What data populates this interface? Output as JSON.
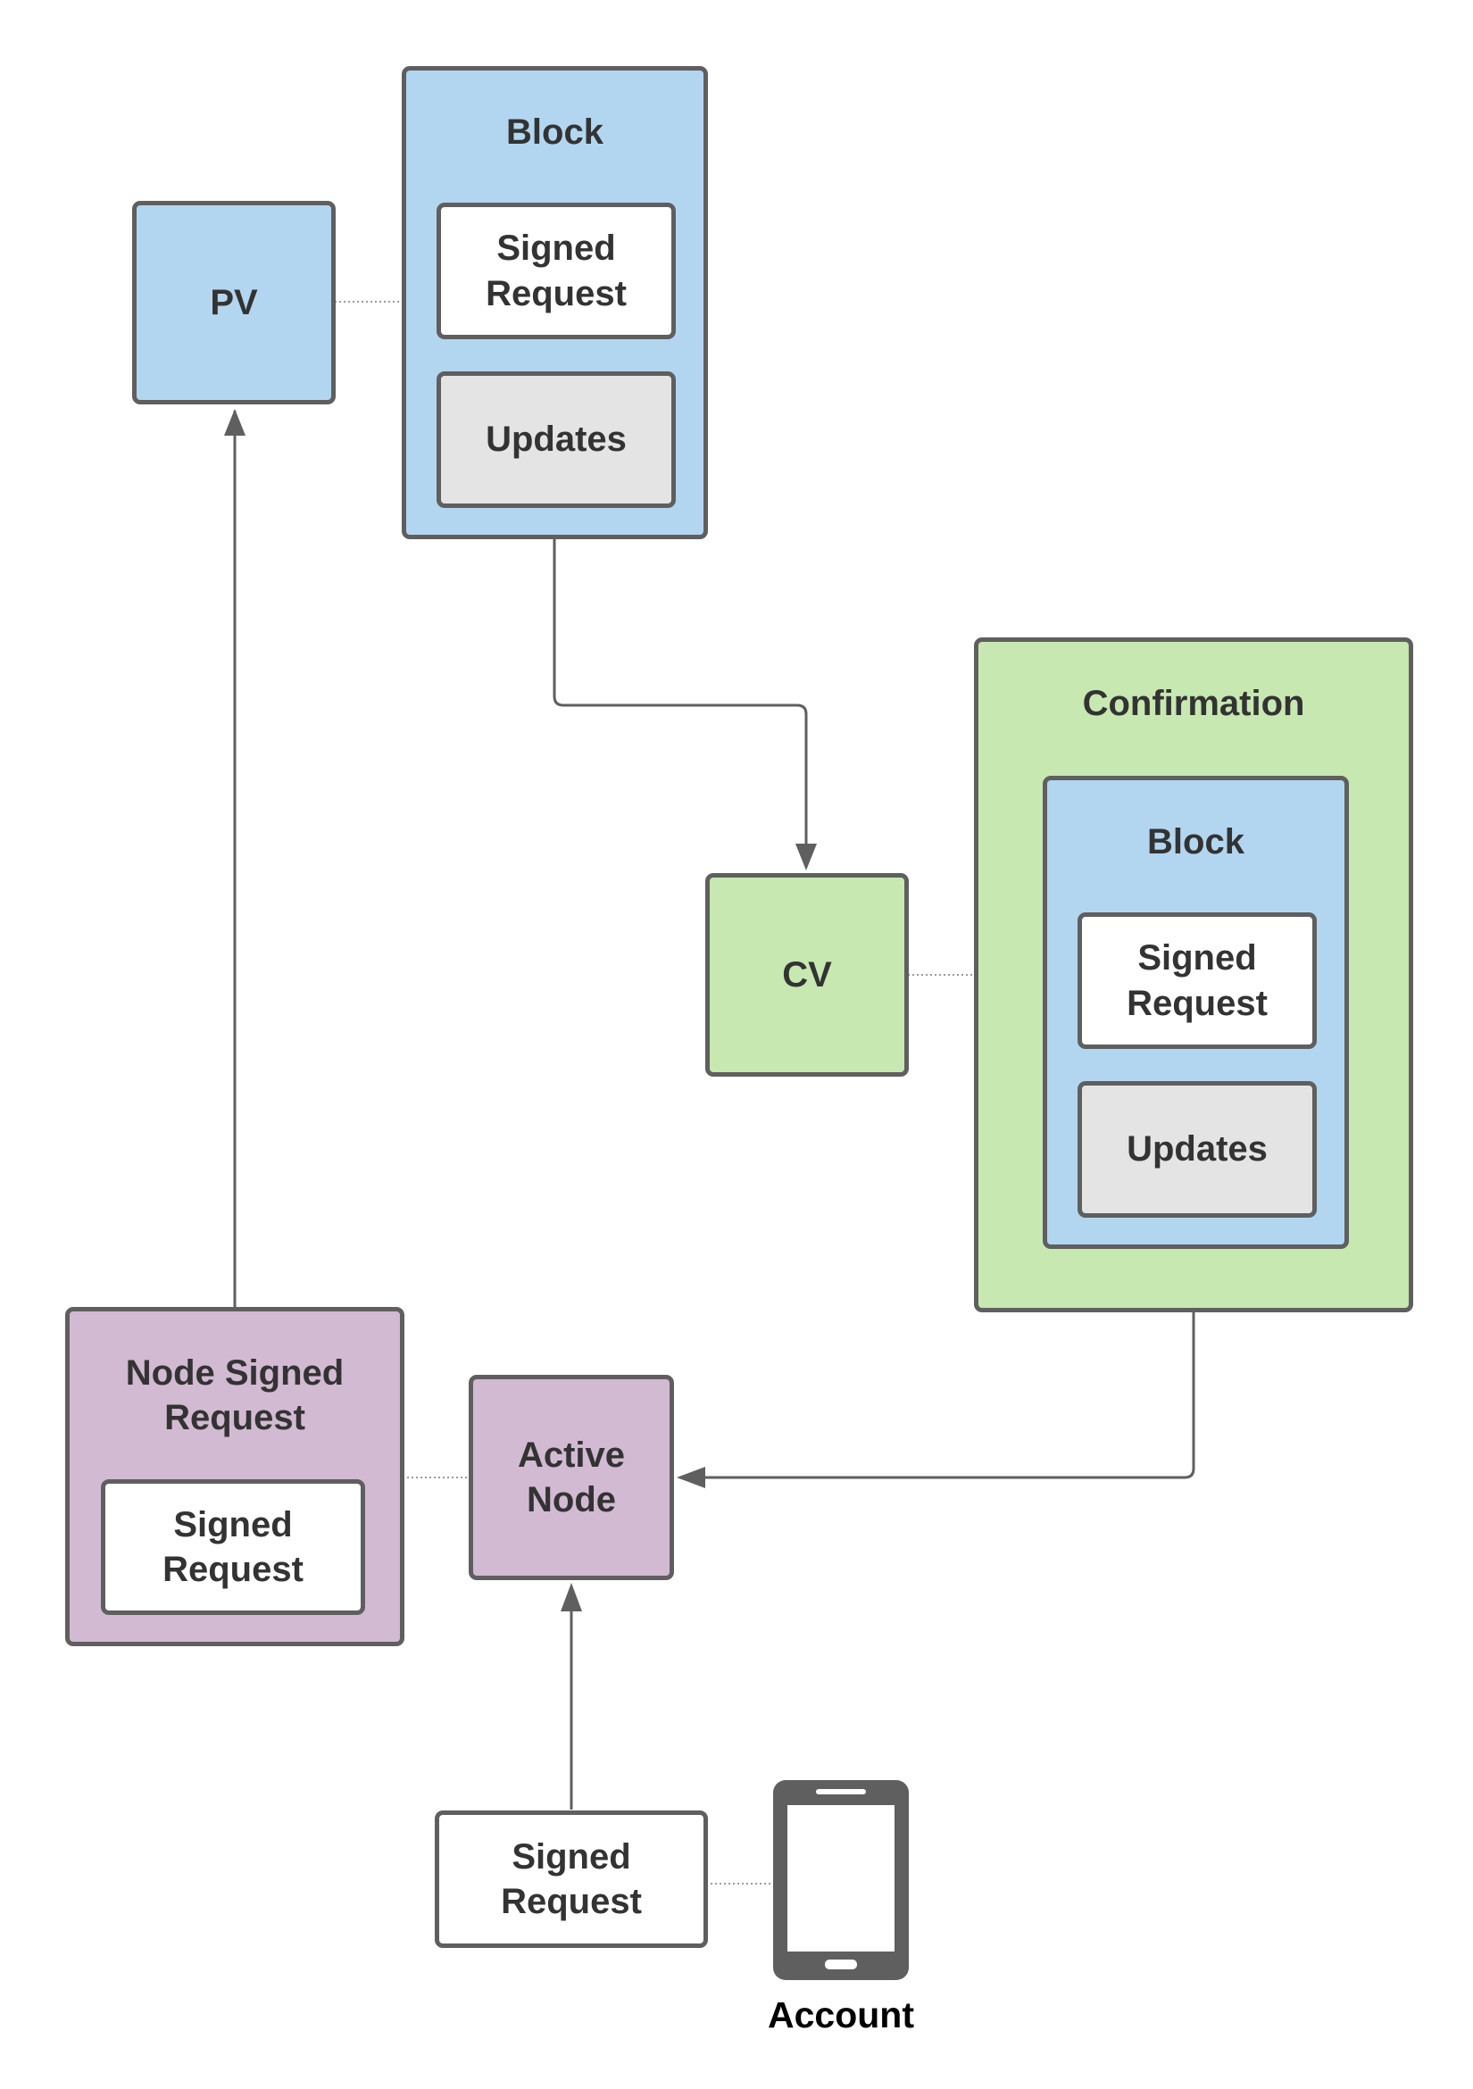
{
  "pv": {
    "label": "PV"
  },
  "block_top": {
    "title": "Block",
    "signed_request": "Signed\nRequest",
    "updates": "Updates"
  },
  "cv": {
    "label": "CV"
  },
  "confirmation": {
    "title": "Confirmation",
    "block": {
      "title": "Block",
      "signed_request": "Signed\nRequest",
      "updates": "Updates"
    }
  },
  "node_signed_request": {
    "title": "Node Signed\nRequest",
    "signed_request": "Signed\nRequest"
  },
  "active_node": {
    "label": "Active\nNode"
  },
  "account_signed_request": {
    "label": "Signed\nRequest"
  },
  "account": {
    "label": "Account",
    "icon": "smartphone-icon"
  },
  "colors": {
    "blue": "#b3d6f0",
    "green": "#c7e8b0",
    "purple": "#d2bad2",
    "white": "#ffffff",
    "gray": "#e4e4e4",
    "border": "#5f5f5f",
    "text": "#333333"
  }
}
